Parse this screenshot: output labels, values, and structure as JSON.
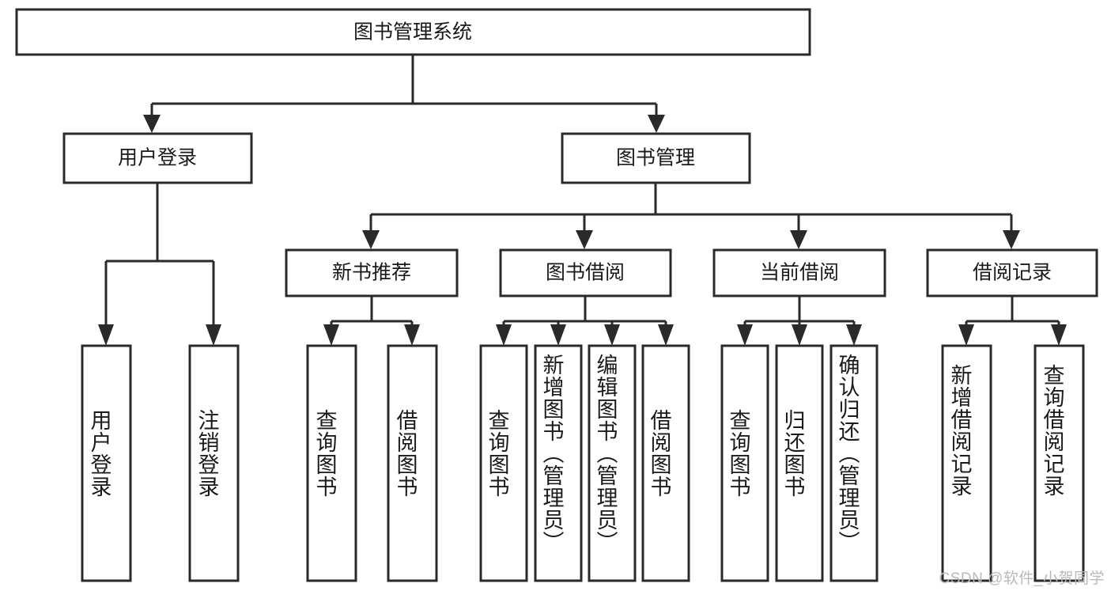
{
  "diagram": {
    "title": "图书管理系统",
    "type": "tree-hierarchy-diagram",
    "colors": {
      "background": "#ffffff",
      "box_fill": "#ffffff",
      "box_stroke": "#2a2a2a",
      "text": "#1a1a1a",
      "watermark": "#b9b9b9"
    },
    "root": {
      "label": "图书管理系统"
    },
    "level2": [
      {
        "label": "用户登录"
      },
      {
        "label": "图书管理"
      }
    ],
    "level3": [
      {
        "label": "新书推荐"
      },
      {
        "label": "图书借阅"
      },
      {
        "label": "当前借阅"
      },
      {
        "label": "借阅记录"
      }
    ],
    "leaves": {
      "user_login": [
        {
          "label": "用户登录"
        },
        {
          "label": "注销登录"
        }
      ],
      "new_book_recommend": [
        {
          "label": "查询图书"
        },
        {
          "label": "借阅图书"
        }
      ],
      "book_borrow": [
        {
          "label": "查询图书"
        },
        {
          "label": "新增图书（管理员）"
        },
        {
          "label": "编辑图书（管理员）"
        },
        {
          "label": "借阅图书"
        }
      ],
      "current_borrow": [
        {
          "label": "查询图书"
        },
        {
          "label": "归还图书"
        },
        {
          "label": "确认归还（管理员）"
        }
      ],
      "borrow_records": [
        {
          "label": "新增借阅记录"
        },
        {
          "label": "查询借阅记录"
        }
      ]
    }
  },
  "watermark": {
    "text": "CSDN @软件_小贺同学"
  }
}
